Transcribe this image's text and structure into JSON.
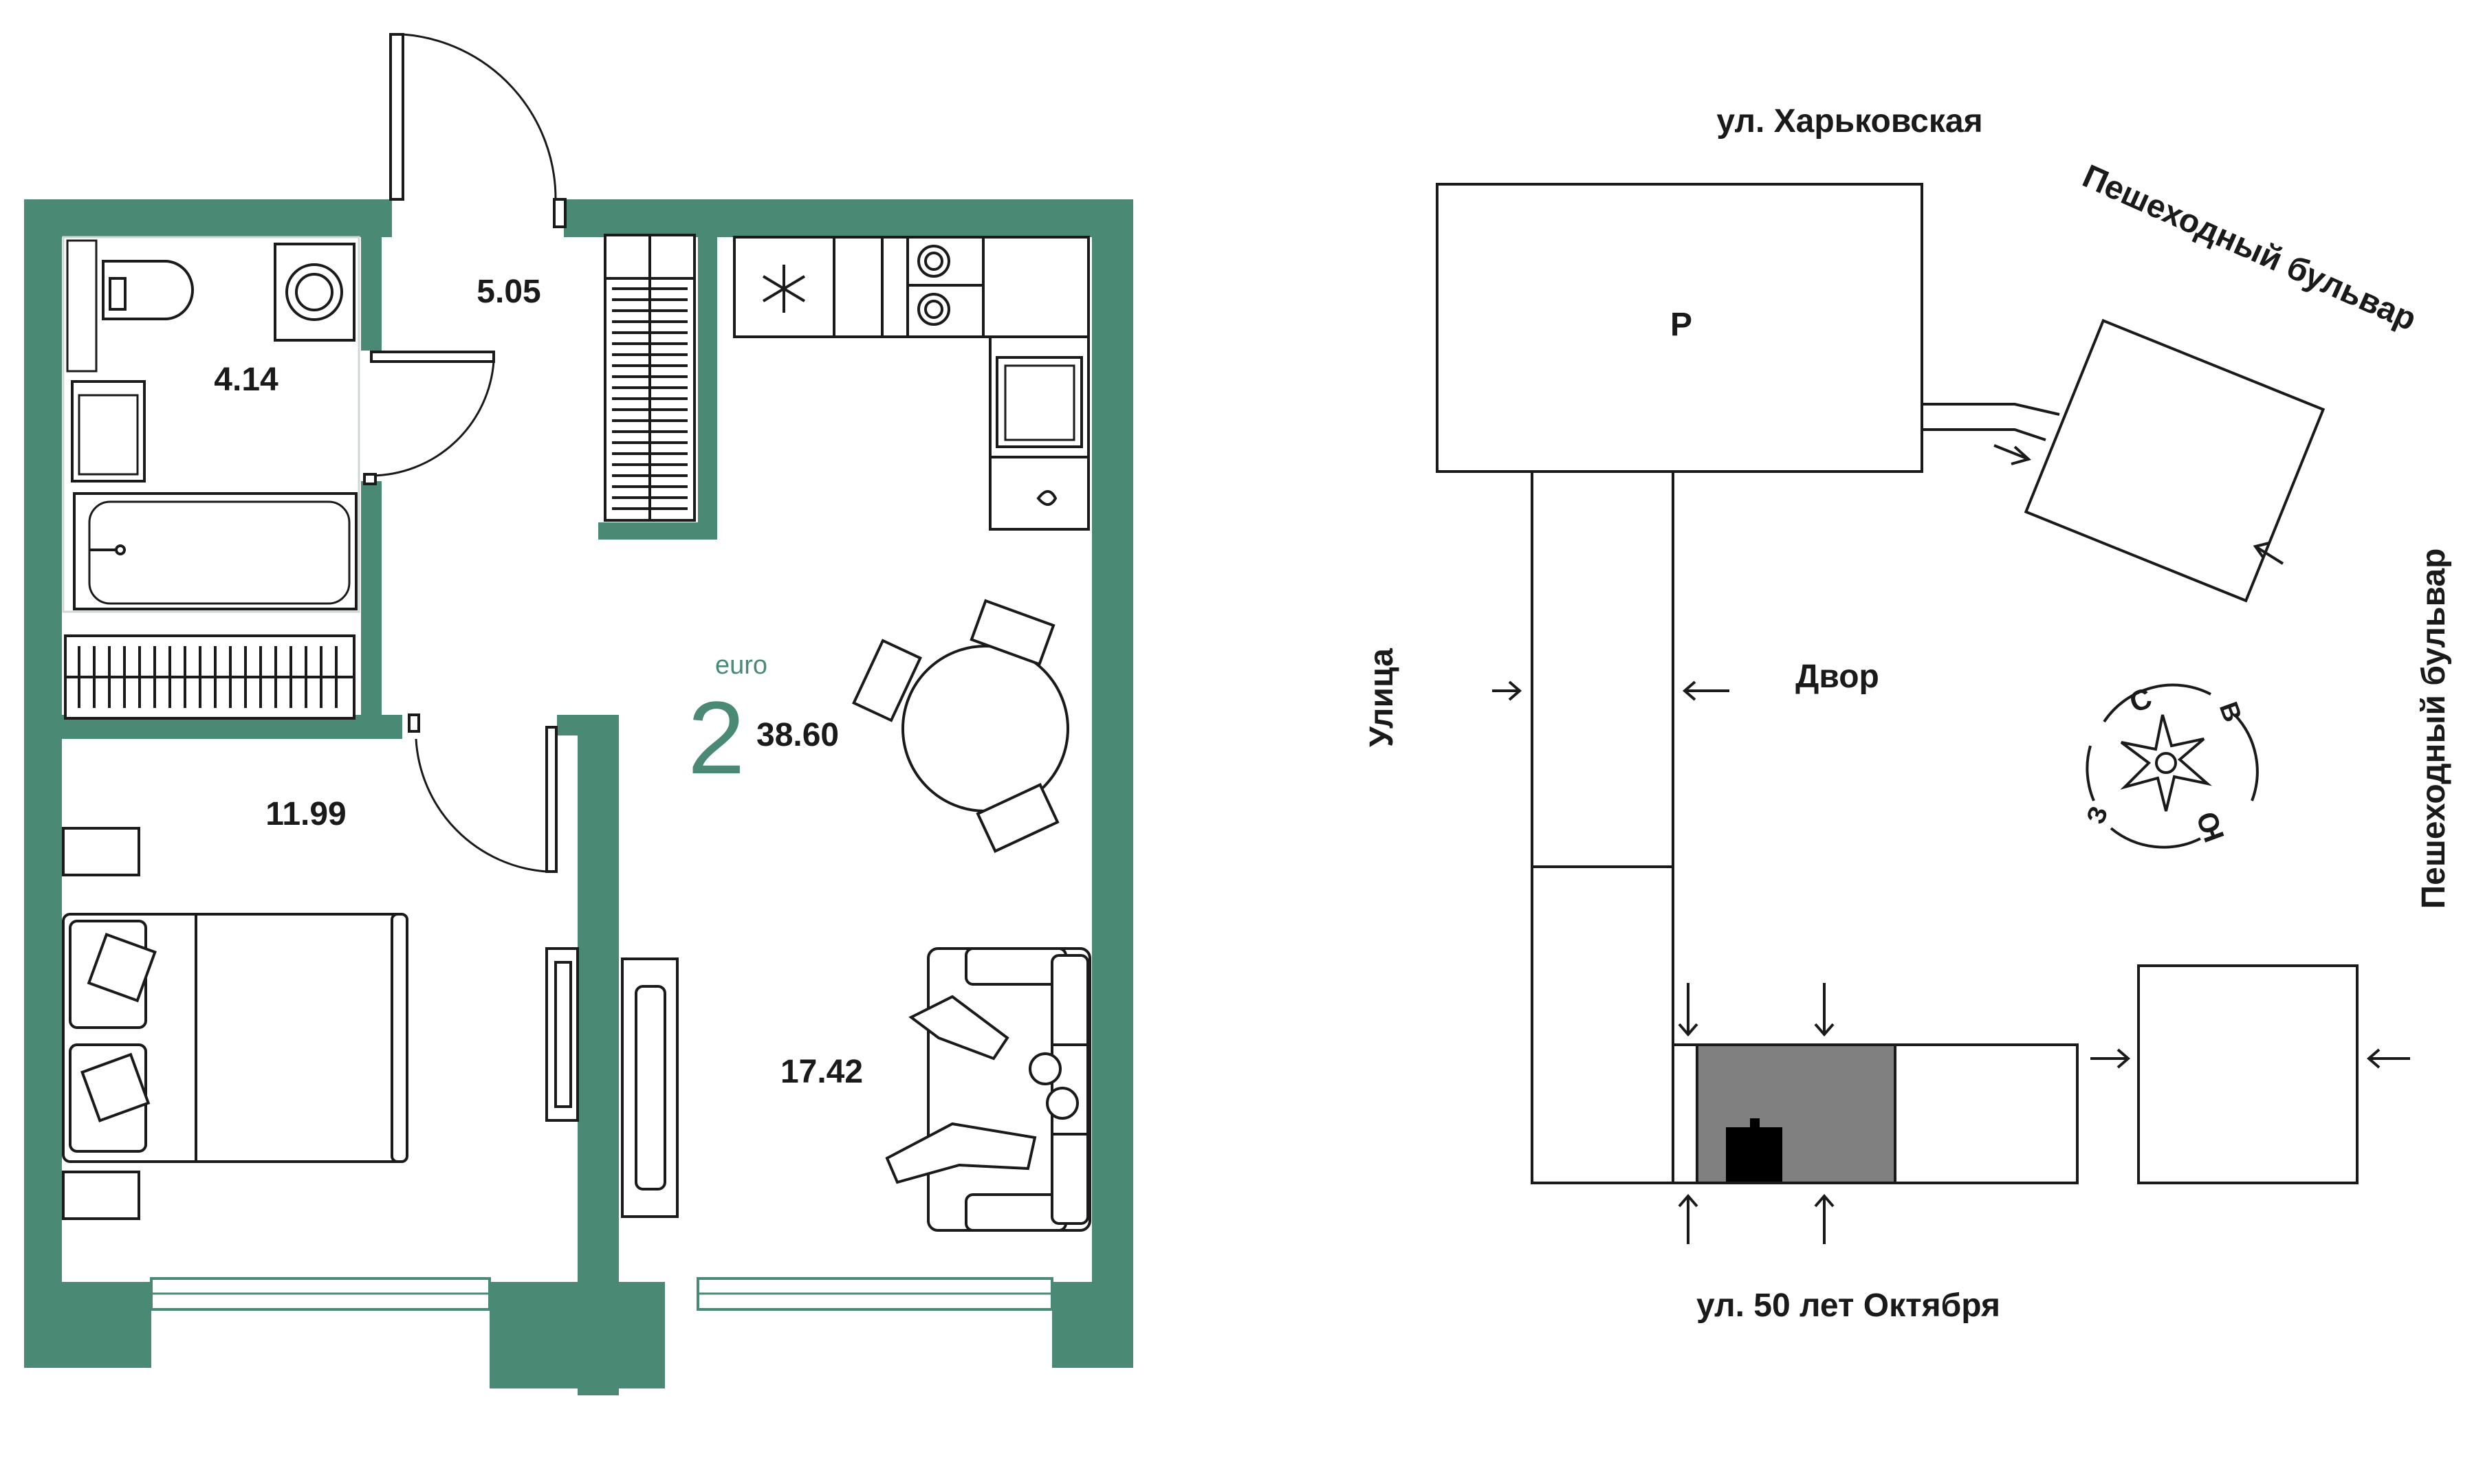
{
  "floor_plan": {
    "type_prefix": "euro",
    "rooms_count": "2",
    "total_area": "38.60",
    "rooms": {
      "bathroom_area": "4.14",
      "hallway_area": "5.05",
      "bedroom_area": "11.99",
      "living_kitchen_area": "17.42"
    },
    "colors": {
      "wall": "#4a8a74",
      "accent_text": "#4a8a74",
      "lines": "#1a1a1a"
    }
  },
  "site_plan": {
    "streets": {
      "top": "ул. Харьковская",
      "bottom": "ул. 50 лет Октября",
      "left": "Улица",
      "right_diagonal": "Пешеходный бульвар",
      "right_vertical": "Пешеходный бульвар"
    },
    "labels": {
      "parking": "Р",
      "yard": "Двор"
    },
    "compass": {
      "north": "С",
      "east": "В",
      "south": "Ю",
      "west": "З"
    },
    "colors": {
      "highlight_section": "#808080",
      "building_marker": "#000000"
    }
  }
}
